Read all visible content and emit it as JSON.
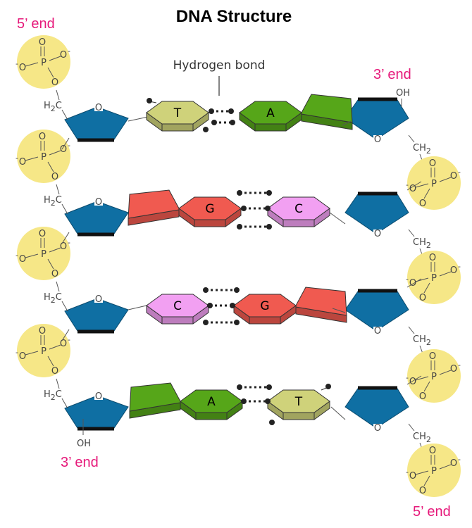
{
  "title": "DNA Structure",
  "hydrogen_bond_label": "Hydrogen bond",
  "end_labels": {
    "top_left": "5’ end",
    "top_right": "3’ end",
    "bottom_left": "3’ end",
    "bottom_right": "5’ end"
  },
  "chem": {
    "ring_oxygen": "O",
    "phosphorus": "P",
    "oxygen": "O",
    "minus": "-",
    "ch2": "CH",
    "ch2_sub": "2",
    "h2c": "H",
    "h2c_sub": "2",
    "h2c_c": "C",
    "hydroxyl": "OH"
  },
  "base_pairs": [
    {
      "left": "T",
      "right": "A"
    },
    {
      "left": "G",
      "right": "C"
    },
    {
      "left": "C",
      "right": "G"
    },
    {
      "left": "A",
      "right": "T"
    }
  ],
  "colors": {
    "phosphate": "#f6e787",
    "sugar": "#0f6fa3",
    "T": "#cfd27a",
    "A": "#56a619",
    "G": "#f05a50",
    "C": "#f2a0f2",
    "end_label": "#e6197a"
  }
}
